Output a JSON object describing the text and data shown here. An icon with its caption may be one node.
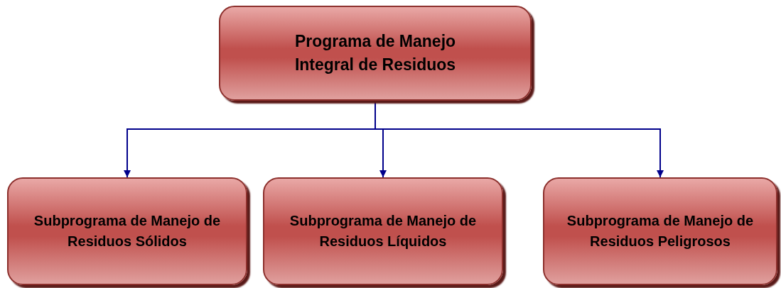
{
  "diagram": {
    "nodes": [
      {
        "text": [
          "Programa de Manejo Integral de Residuos"
        ]
      },
      {
        "text": [
          "Subprograma de Manejo de Residuos Sólidos"
        ]
      },
      {
        "text": [
          "Subprograma de Manejo de Residuos Líquidos"
        ]
      },
      {
        "text": [
          "Subprograma de Manejo de Residuos Peligrosos"
        ]
      }
    ],
    "edges": [
      {
        "from": 0,
        "to": 1,
        "arrow": "to"
      },
      {
        "from": 0,
        "to": 2,
        "arrow": "to"
      },
      {
        "from": 0,
        "to": 3,
        "arrow": "to"
      }
    ]
  }
}
